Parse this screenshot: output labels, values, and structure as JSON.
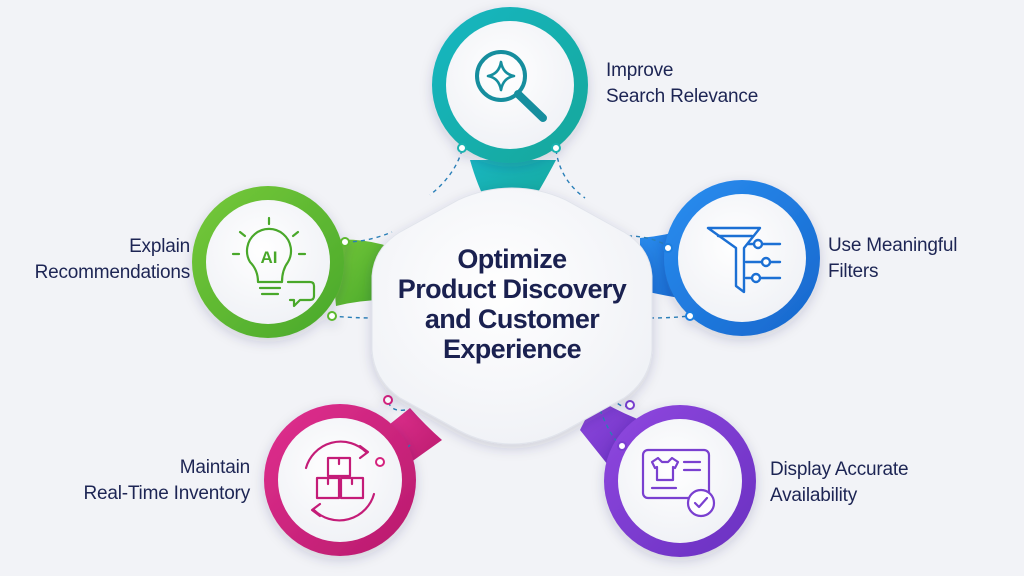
{
  "center": {
    "line1": "Optimize",
    "line2": "Product Discovery",
    "line3": "and Customer",
    "line4": "Experience"
  },
  "nodes": [
    {
      "id": "search",
      "line1": "Improve",
      "line2": "Search Relevance",
      "color": "#1bb3b0",
      "icon": "search-sparkle-icon"
    },
    {
      "id": "filters",
      "line1": "Use Meaningful",
      "line2": "Filters",
      "color": "#1f7fe0",
      "icon": "funnel-sliders-icon"
    },
    {
      "id": "availability",
      "line1": "Display Accurate",
      "line2": "Availability",
      "color": "#7a3fd0",
      "icon": "product-card-check-icon"
    },
    {
      "id": "inventory",
      "line1": "Maintain",
      "line2": "Real-Time Inventory",
      "color": "#d4237e",
      "icon": "boxes-refresh-icon"
    },
    {
      "id": "recommendations",
      "line1": "Explain",
      "line2": "Recommendations",
      "color": "#5cb82e",
      "icon": "ai-lightbulb-icon"
    }
  ]
}
